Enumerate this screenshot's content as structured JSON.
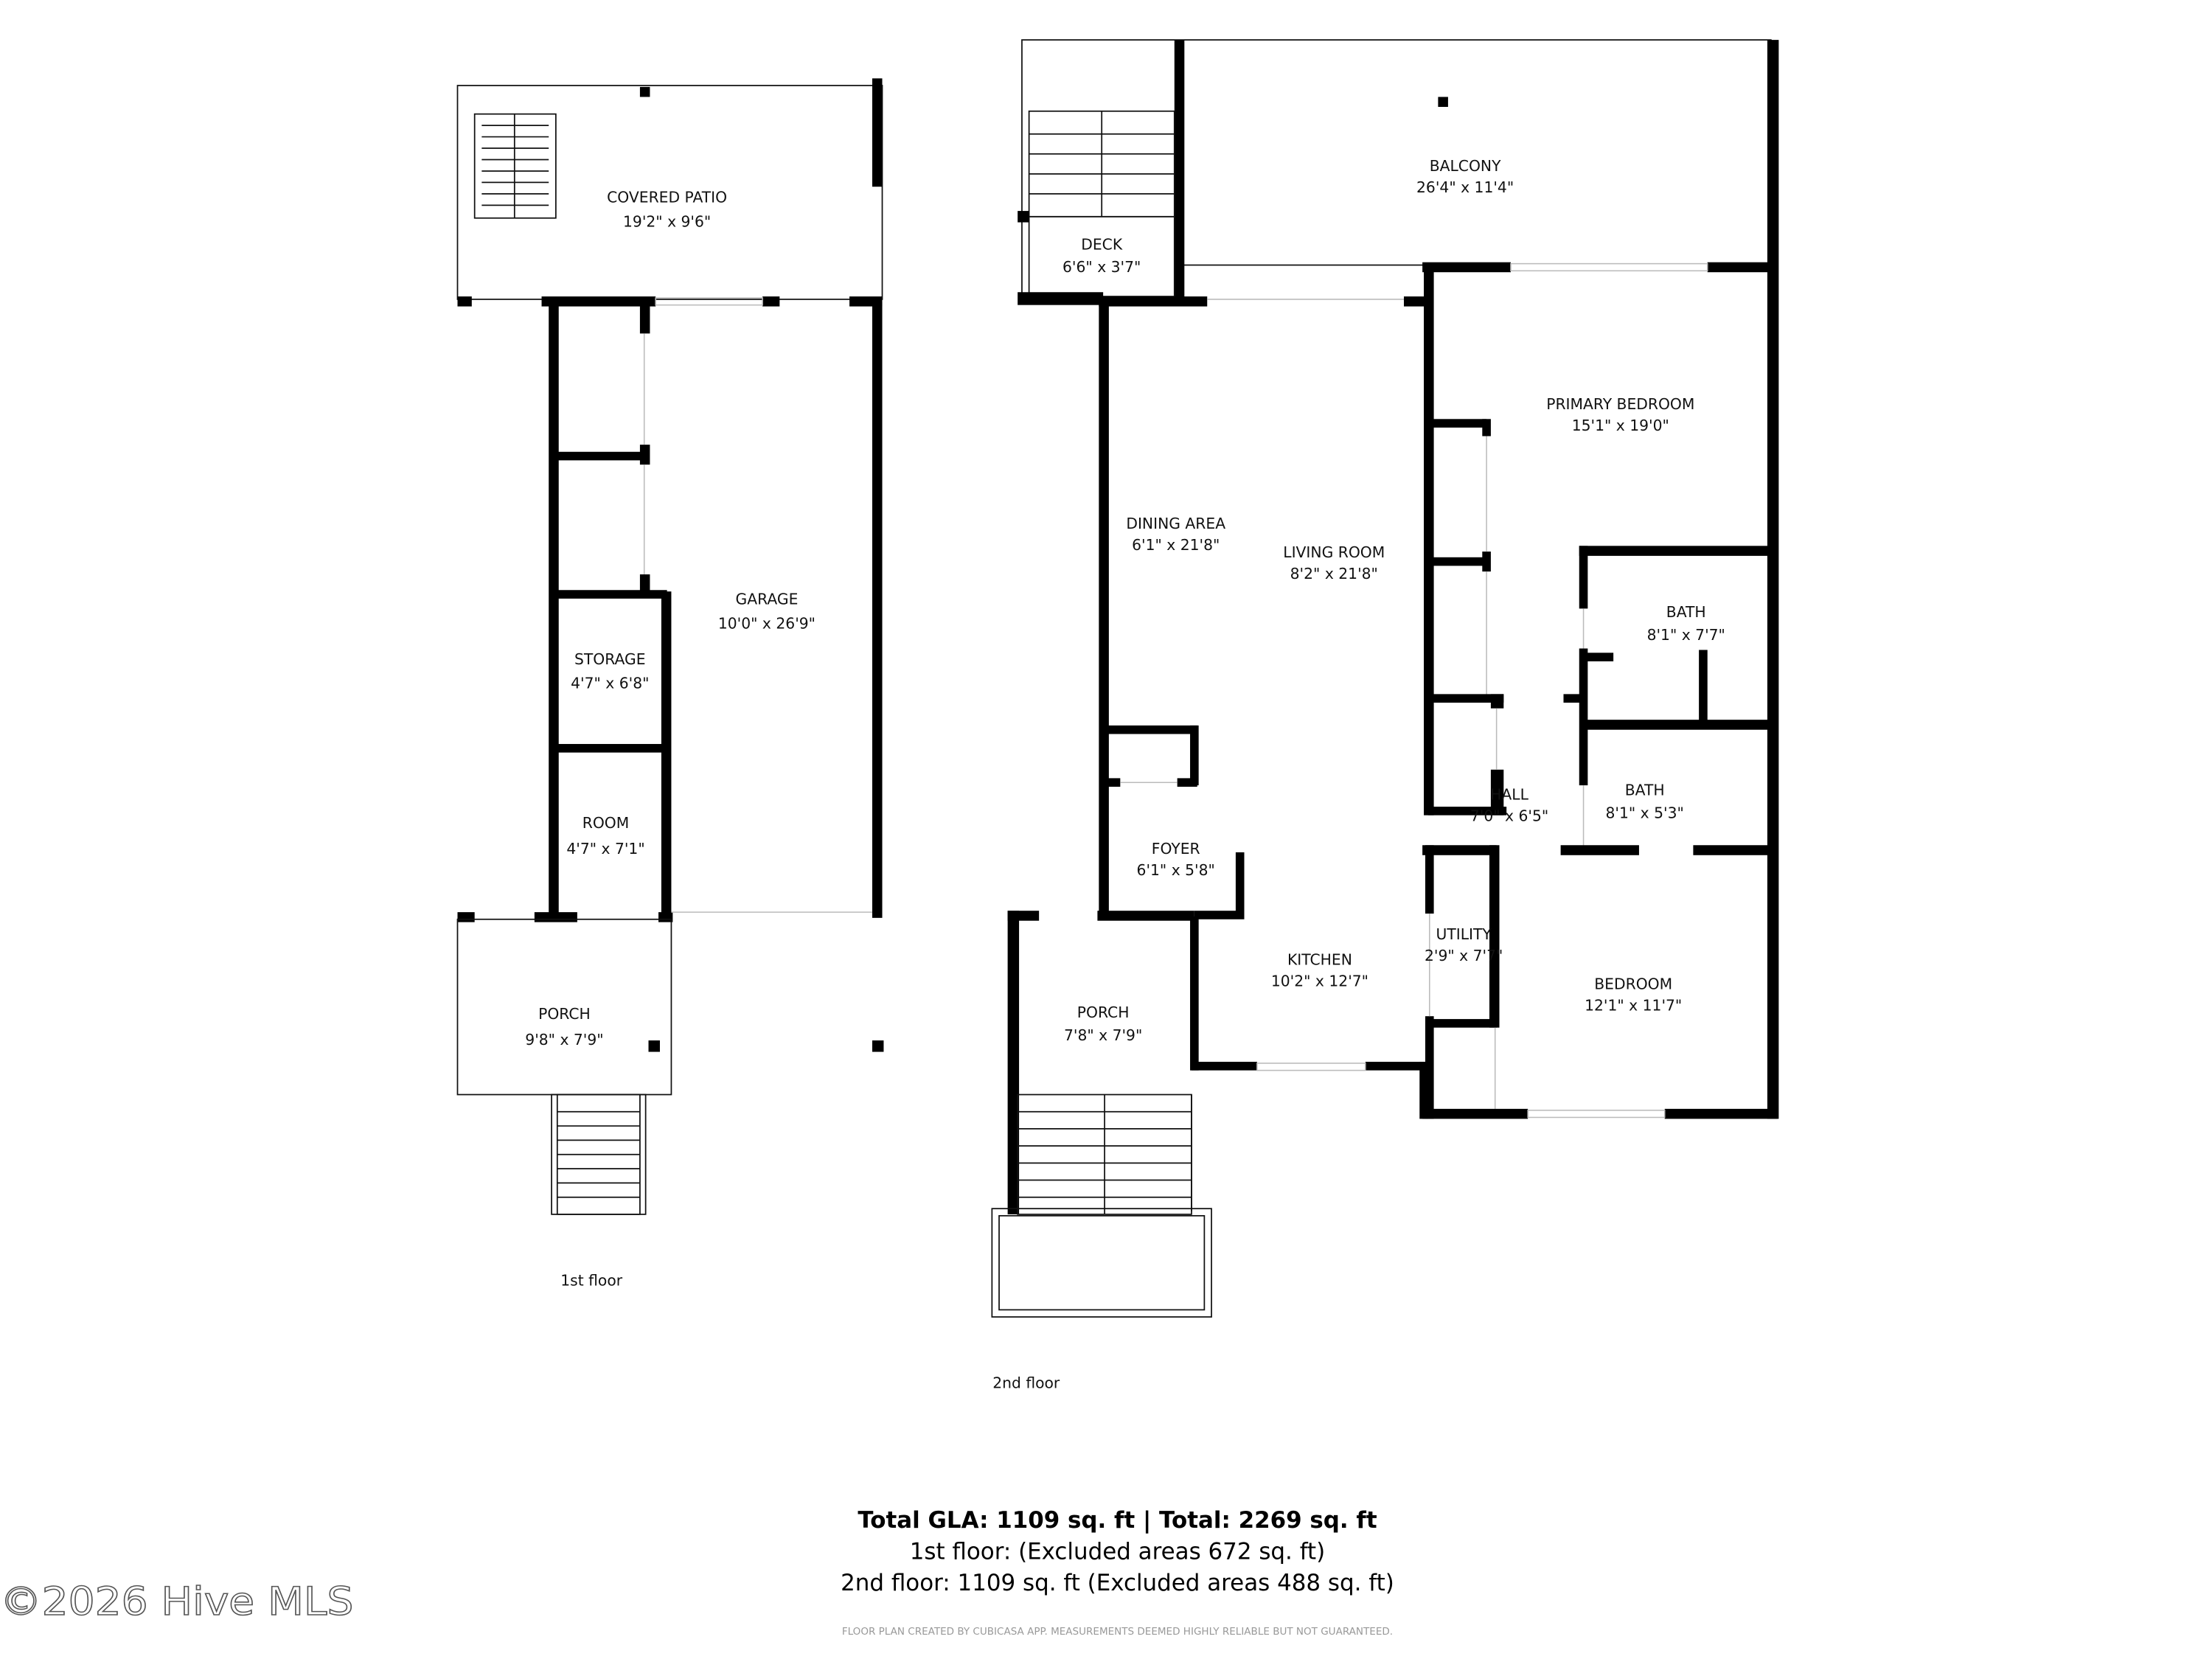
{
  "floors": [
    {
      "label": "1st floor",
      "rooms": [
        {
          "name": "COVERED PATIO",
          "size": "19'2\" x 9'6\""
        },
        {
          "name": "GARAGE",
          "size": "10'0\" x 26'9\""
        },
        {
          "name": "STORAGE",
          "size": "4'7\" x 6'8\""
        },
        {
          "name": "ROOM",
          "size": "4'7\" x 7'1\""
        },
        {
          "name": "PORCH",
          "size": "9'8\" x 7'9\""
        }
      ]
    },
    {
      "label": "2nd floor",
      "rooms": [
        {
          "name": "BALCONY",
          "size": "26'4\" x 11'4\""
        },
        {
          "name": "DECK",
          "size": "6'6\" x 3'7\""
        },
        {
          "name": "PRIMARY BEDROOM",
          "size": "15'1\" x 19'0\""
        },
        {
          "name": "DINING AREA",
          "size": "6'1\" x 21'8\""
        },
        {
          "name": "LIVING ROOM",
          "size": "8'2\" x 21'8\""
        },
        {
          "name": "BATH",
          "size": "8'1\" x 7'7\""
        },
        {
          "name": "HALL",
          "size": "7'0\" x 6'5\""
        },
        {
          "name": "BATH",
          "size": "8'1\" x 5'3\""
        },
        {
          "name": "FOYER",
          "size": "6'1\" x 5'8\""
        },
        {
          "name": "UTILITY",
          "size": "2'9\" x 7'7\""
        },
        {
          "name": "KITCHEN",
          "size": "10'2\" x 12'7\""
        },
        {
          "name": "BEDROOM",
          "size": "12'1\" x 11'7\""
        },
        {
          "name": "PORCH",
          "size": "7'8\" x 7'9\""
        }
      ]
    }
  ],
  "summary": {
    "total": "Total GLA: 1109 sq. ft | Total: 2269 sq. ft",
    "floor1": "1st floor: (Excluded areas 672 sq. ft)",
    "floor2": "2nd floor: 1109 sq. ft (Excluded areas 488 sq. ft)"
  },
  "disclaimer": "FLOOR PLAN CREATED BY CUBICASA APP. MEASUREMENTS DEEMED HIGHLY RELIABLE BUT NOT GUARANTEED.",
  "watermark": "©2026 Hive MLS"
}
